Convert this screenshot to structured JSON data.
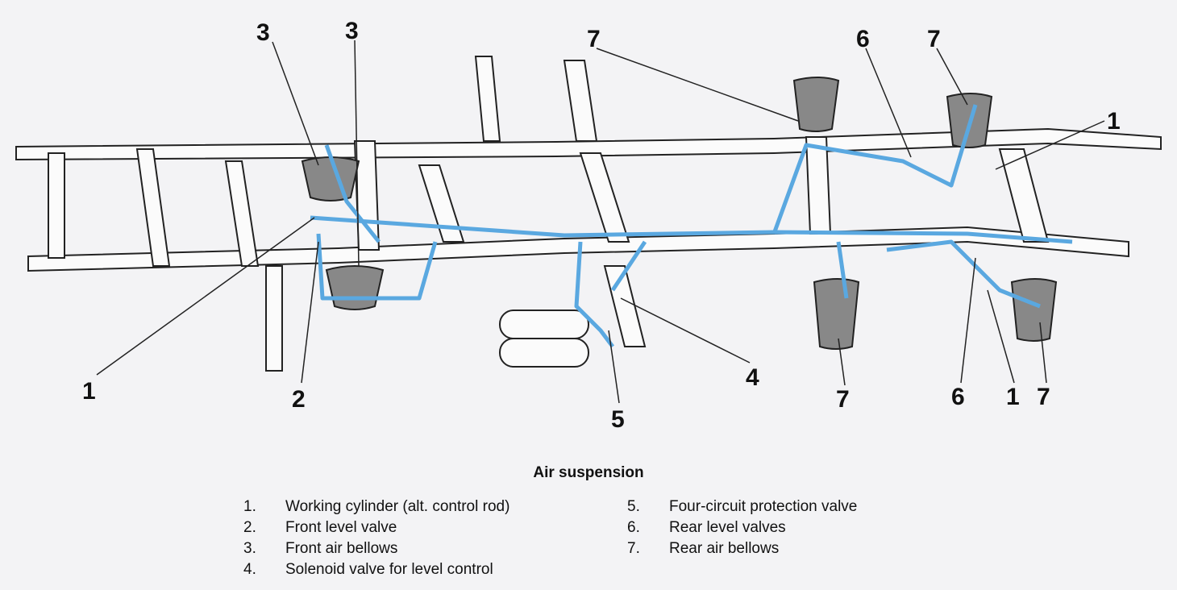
{
  "diagram": {
    "callouts": [
      "3",
      "3",
      "7",
      "6",
      "7",
      "1",
      "1",
      "2",
      "4",
      "5",
      "7",
      "6",
      "1",
      "7"
    ],
    "colors": {
      "air_line": "#5aa8e0",
      "frame": "#222222",
      "paper": "#f3f3f5"
    }
  },
  "caption": "Air suspension",
  "legend": [
    {
      "num": "1.",
      "label": "Working cylinder (alt. control rod)"
    },
    {
      "num": "2.",
      "label": "Front level valve"
    },
    {
      "num": "3.",
      "label": "Front air bellows"
    },
    {
      "num": "4.",
      "label": "Solenoid valve for level control"
    },
    {
      "num": "5.",
      "label": "Four-circuit protection valve"
    },
    {
      "num": "6.",
      "label": "Rear level valves"
    },
    {
      "num": "7.",
      "label": "Rear air bellows"
    }
  ]
}
